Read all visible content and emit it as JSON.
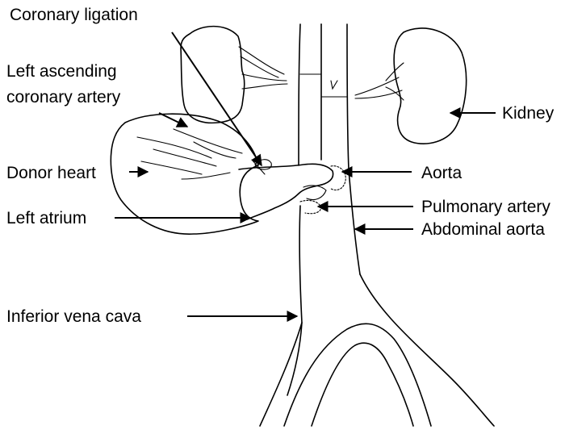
{
  "labels": {
    "coronary_ligation": "Coronary ligation",
    "left_ascending_line1": "Left ascending",
    "left_ascending_line2": "coronary artery",
    "donor_heart": "Donor heart",
    "left_atrium": "Left atrium",
    "inferior_vena_cava": "Inferior vena cava",
    "kidney": "Kidney",
    "aorta": "Aorta",
    "pulmonary_artery": "Pulmonary artery",
    "abdominal_aorta": "Abdominal aorta"
  },
  "colors": {
    "ink": "#000000",
    "background": "#ffffff"
  }
}
